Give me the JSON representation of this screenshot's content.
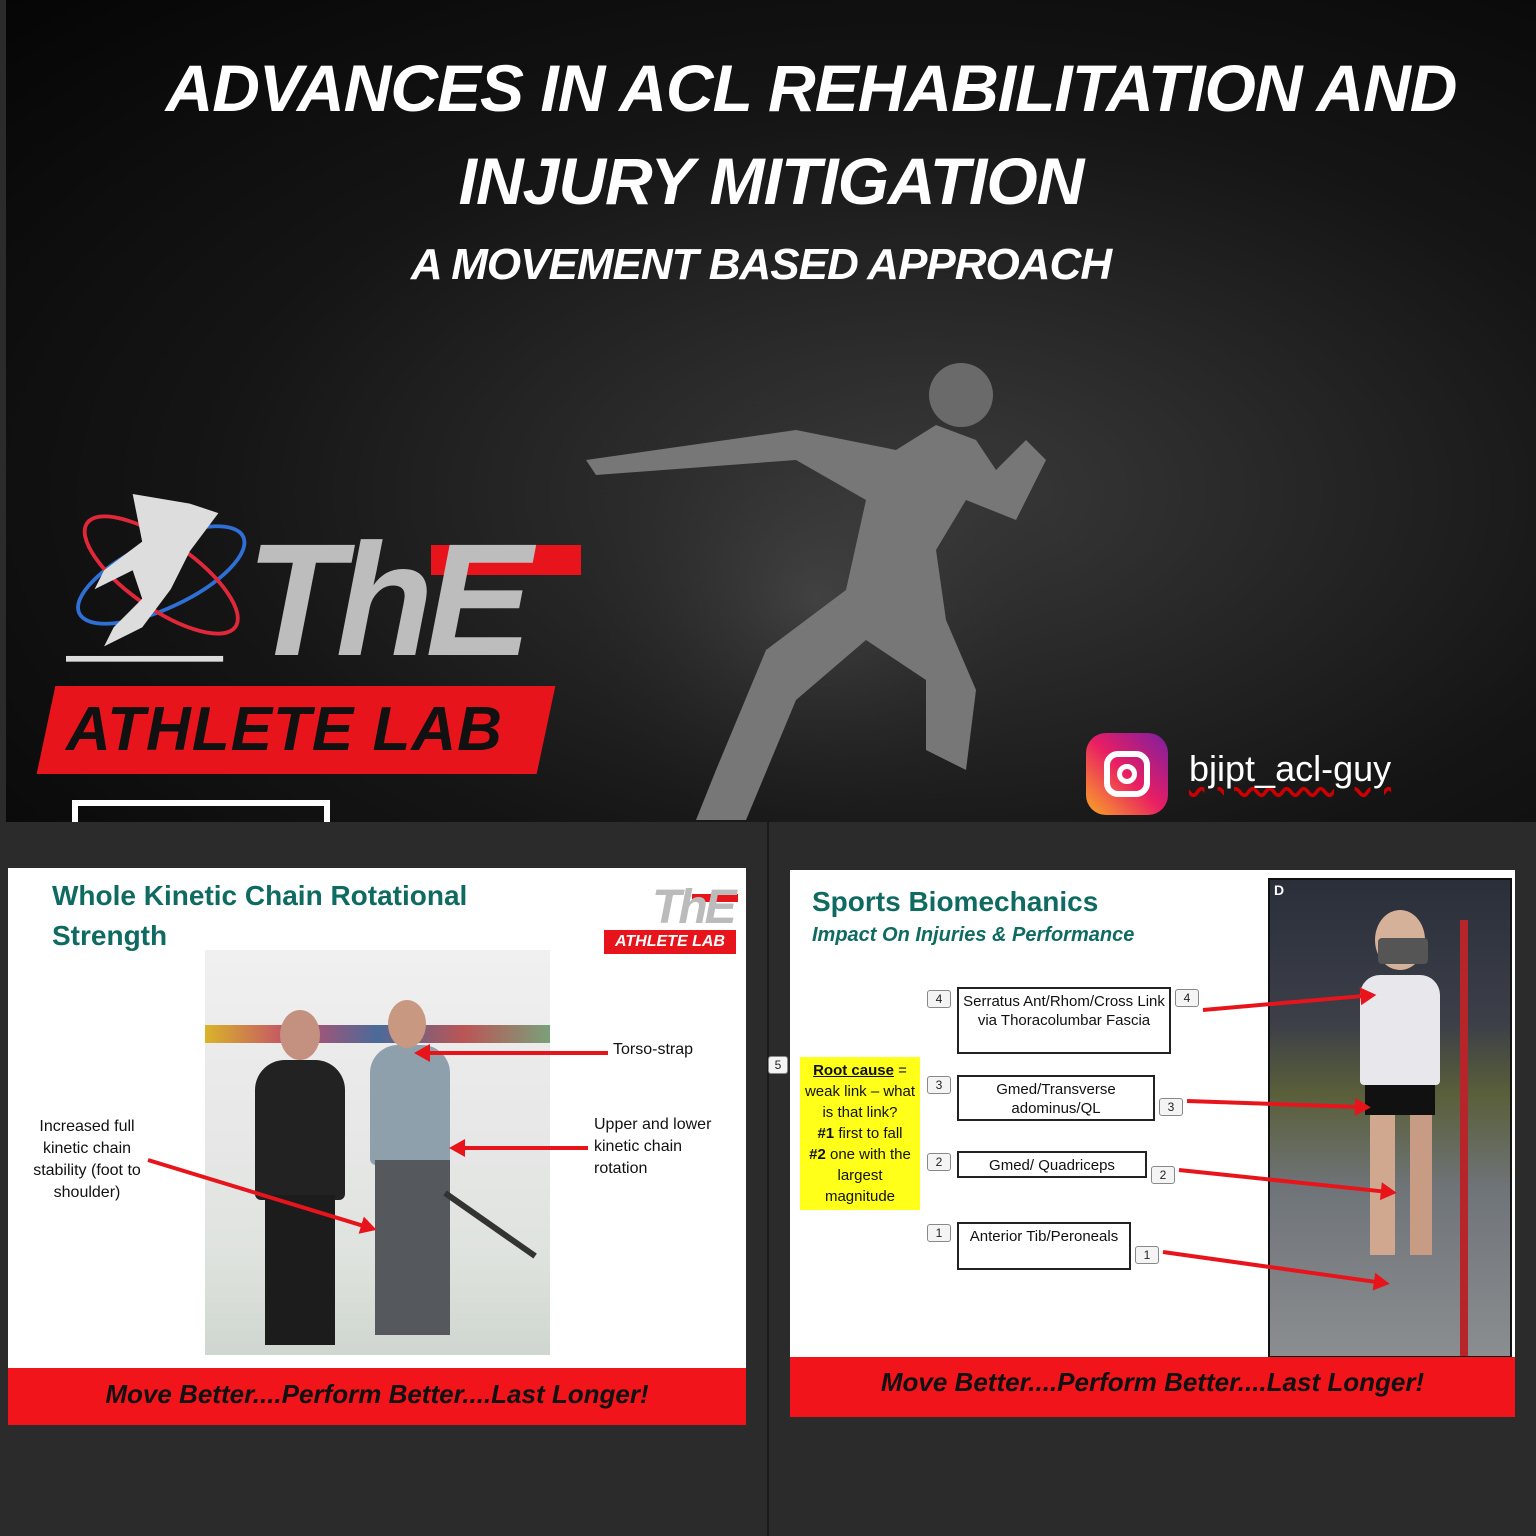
{
  "top_slide": {
    "title_line1": "ADVANCES IN ACL REHABILITATION AND",
    "title_line2": "INJURY MITIGATION",
    "subtitle": "A MOVEMENT BASED APPROACH",
    "logo": {
      "the": "ThE",
      "lab": "ATHLETE LAB"
    },
    "instagram_handle": "bjipt_acl-guy",
    "colors": {
      "brand_red": "#e8141b",
      "background": "#111111"
    }
  },
  "slide_left": {
    "title": "Whole Kinetic Chain Rotational Strength",
    "logo": {
      "the": "ThE",
      "lab": "ATHLETE LAB"
    },
    "annotations": {
      "torso": "Torso-strap",
      "rotation": "Upper and lower kinetic chain rotation",
      "stability": "Increased full kinetic chain stability (foot to shoulder)"
    },
    "footer": "Move Better....Perform Better....Last Longer!"
  },
  "slide_right": {
    "title": "Sports Biomechanics",
    "subtitle": "Impact On Injuries & Performance",
    "side_marker": "5",
    "root_cause": {
      "heading": "Root cause",
      "line1": " = weak link – what is that link?",
      "p1_label": "#1",
      "p1_text": " first to fall",
      "p2_label": "#2",
      "p2_text": " one with the largest magnitude"
    },
    "links": [
      {
        "rank": "4",
        "text": "Serratus Ant/Rhom/Cross Link via Thoracolumbar Fascia"
      },
      {
        "rank": "3",
        "text": "Gmed/Transverse adominus/QL"
      },
      {
        "rank": "2",
        "text": "Gmed/ Quadriceps"
      },
      {
        "rank": "1",
        "text": "Anterior Tib/Peroneals"
      }
    ],
    "photo_label": "D",
    "footer": "Move Better....Perform Better....Last Longer!"
  }
}
